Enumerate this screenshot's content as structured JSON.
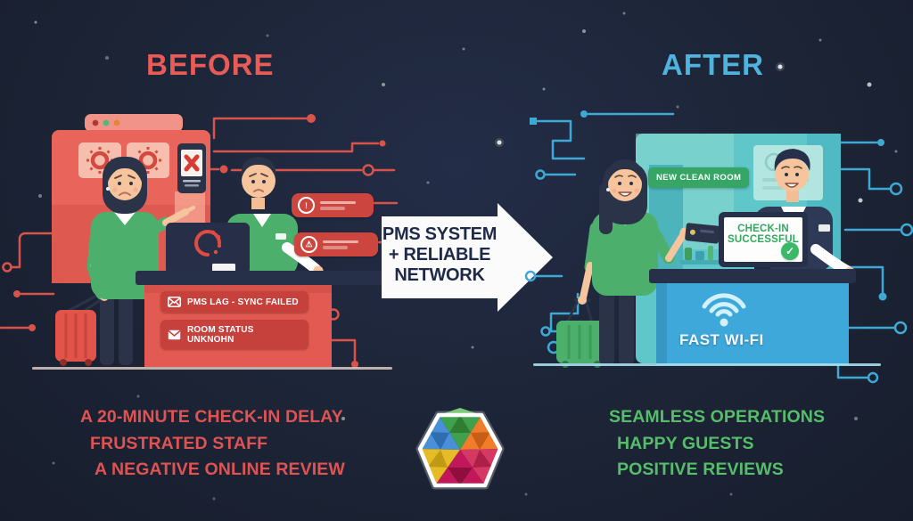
{
  "titles": {
    "before": "BEFORE",
    "after": "AFTER"
  },
  "transition_arrow": {
    "line1": "PMS SYSTEM",
    "line2": "+ RELIABLE",
    "line3": "NETWORK"
  },
  "before": {
    "desk_alerts": [
      {
        "icon": "mail-error-icon",
        "text": "PMS LAG - SYNC FAILED"
      },
      {
        "icon": "mail-icon",
        "text": "ROOM STATUS UNKNOHN"
      }
    ],
    "alert_bubble_icons": [
      "exclamation-icon",
      "warning-icon"
    ],
    "outcomes": [
      "A 20-MINUTE CHECK-IN DELAY",
      "FRUSTRATED STAFF",
      "A NEGATIVE ONLINE REVIEW"
    ]
  },
  "after": {
    "room_badge": "NEW CLEAN ROOM",
    "monitor": {
      "line1": "CHECK-IN",
      "line2": "SUCCESSFUL",
      "check": "✓"
    },
    "wifi_label": "FAST WI-FI",
    "outcomes": [
      "SEAMLESS OPERATIONS",
      "HAPPY GUESTS",
      "POSITIVE REVIEWS"
    ]
  },
  "alert_icons": {
    "exclamation": "!",
    "warning": "⚠"
  },
  "colors": {
    "background": "#1c2436",
    "before_accent": "#e85c58",
    "after_accent": "#4fb3dd",
    "outcome_red": "#df5353",
    "outcome_green": "#56bd6a",
    "badge_green": "#36a565",
    "success_green": "#2fa85c",
    "circuit_red": "#d9534a",
    "circuit_blue": "#3fa9d6"
  }
}
